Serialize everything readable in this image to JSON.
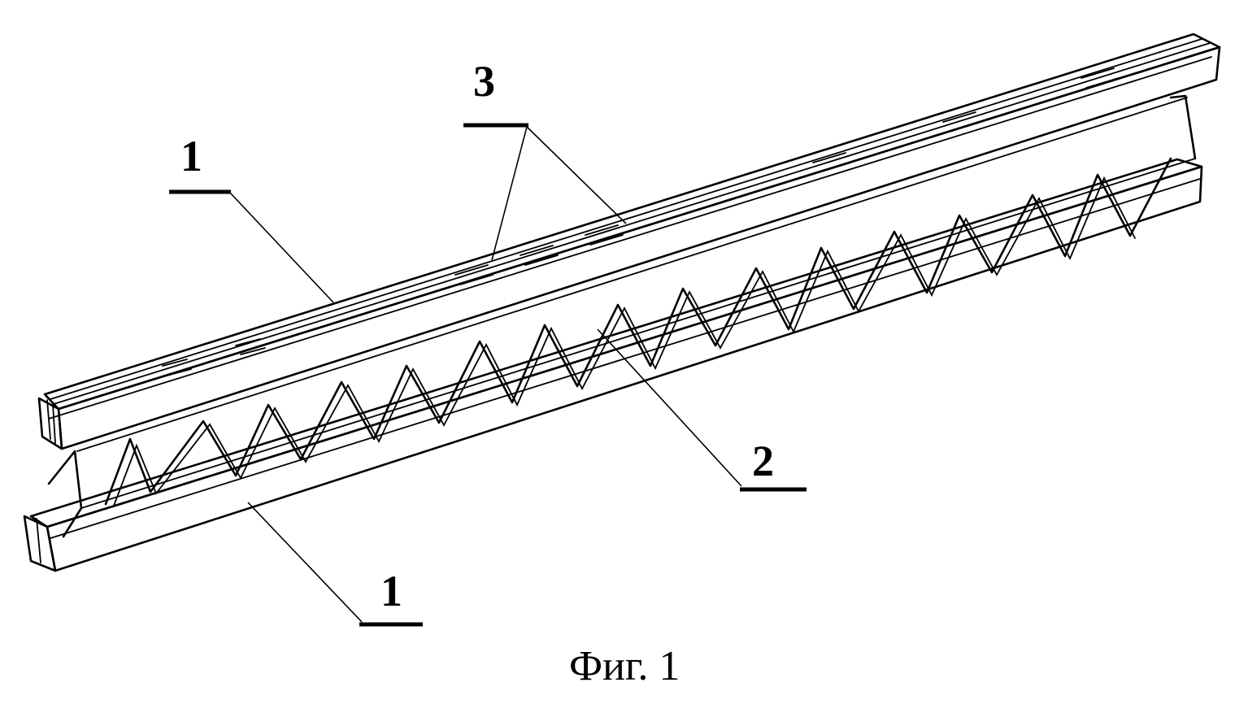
{
  "labels": {
    "top_chord": "1",
    "bottom_chord": "1",
    "web": "2",
    "joints": "3"
  },
  "caption": "Фиг. 1",
  "colors": {
    "ink": "#000000",
    "paper": "#ffffff"
  }
}
